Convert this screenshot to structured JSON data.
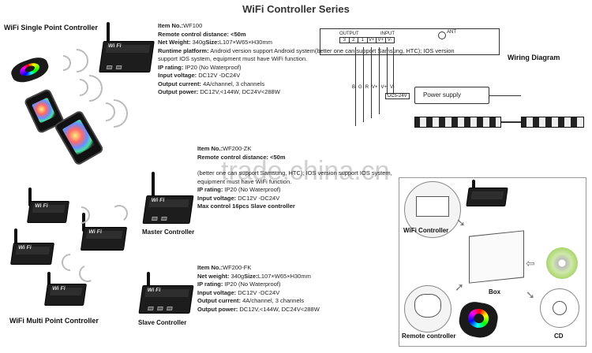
{
  "title": "WiFi Controller Series",
  "wf100": {
    "label": "WiFi Single Point Controller",
    "item_label": "Item No.:",
    "item_value": "WF100",
    "line1": "Remote control distance: <50m",
    "line2_bold": "Net Weight:",
    "line2_val": "340g",
    "line2_size": "Size:",
    "line2_size_val": "L107×W65×H30mm",
    "line3_bold": "Runtime platform:",
    "line3_val": "Android version support Android system(better one can support Samsung, HTC); IOS version support IOS system, equipment must have WiFi function.",
    "line4_bold": "IP rating:",
    "line4_val": "IP20 (No Waterproof)",
    "line5_bold": "Input voltage:",
    "line5_val": "DC12V -DC24V",
    "line6_bold": "Output current:",
    "line6_val": "4A/channel, 3 channels",
    "line7_bold": "Output power:",
    "line7_val": "DC12V,<144W,  DC24V<288W"
  },
  "wf200zk": {
    "item_label": "Item No.:",
    "item_value": "WF200-ZK",
    "line1": "Remote control distance: <50m",
    "line2": "(better one can support Samsung, HTC); IOS version support IOS system, equipment must have WiFi function.",
    "line3_bold": "IP rating:",
    "line3_val": "IP20 (No Waterproof)",
    "line4_bold": "Input voltage:",
    "line4_val": "DC12V -DC24V",
    "line5": "Max control  16pcs Slave controller",
    "device_label": "Master Controller"
  },
  "wf200fk": {
    "item_label": "Item No.:",
    "item_value": "WF200-FK",
    "line1_bold": "Net weight:",
    "line1_val": "340g",
    "line1_size": "Size:",
    "line1_size_val": "L107×W65×H30mm",
    "line2_bold": "IP rating:",
    "line2_val": "IP20 (No Waterproof)",
    "line3_bold": "Input voltage:",
    "line3_val": "DC12V -DC24V",
    "line4_bold": "Output current:",
    "line4_val": "4A/channel, 3 channels",
    "line5_bold": "Output power:",
    "line5_val": "DC12V,<144W,  DC24V<288W",
    "device_label": "Slave Controller"
  },
  "multi_label": "WiFi Multi Point Controller",
  "wiring": {
    "title": "Wiring Diagram",
    "output": "OUTPUT",
    "input": "INPUT",
    "pins": [
      "3",
      "2",
      "1",
      "V+",
      "V+",
      "V-"
    ],
    "ant": "ANT",
    "wire_labels": [
      "B",
      "G",
      "R",
      "V+",
      "V+",
      "V-"
    ],
    "dc": "DC5-24V",
    "power_supply": "Power supply"
  },
  "package": {
    "wifi_controller": "WiFi Controller",
    "box": "Box",
    "remote": "Remote controller",
    "cd": "CD"
  },
  "watermark": "trade.china.cn"
}
